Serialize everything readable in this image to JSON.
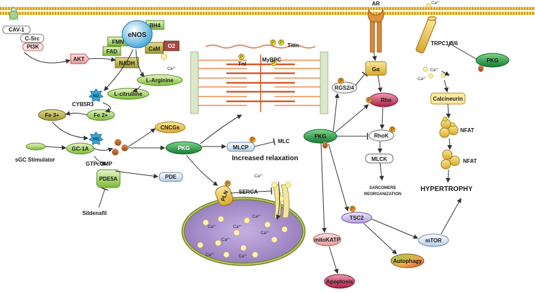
{
  "nodes": {
    "cav1": "CAV-1",
    "csrc": "C-Src",
    "pi3k": "PI3K",
    "akt": "AKT",
    "fmn": "FMN",
    "fad": "FAD",
    "enos": "eNOS",
    "bh4": "BH4",
    "o2": "O2",
    "cam": "CaM",
    "nadh": "NADH",
    "ca_enos": "Ca",
    "larg": "L-Arginine",
    "no1": "NO",
    "lcit": "L-citrulline",
    "cyb5r3": "CYB5R3",
    "fe3": "Fe 3+",
    "fe2": "Fe 2+",
    "no2": "NO",
    "sgc_stim": "sGC Stimulator",
    "gc1a": "GC-1A",
    "gtp": "GTP",
    "cgmp": "cGMP",
    "pde5a": "PDE5A",
    "sildenafil": "Sildenafil",
    "cncgs": "CNCGs",
    "pkg1": "PKG",
    "pde": "PDE",
    "mlcp": "MLCP",
    "mlc": "MLC",
    "relax": "Increased relaxation",
    "tni": "TnI",
    "mybpc": "MyBPC",
    "titin": "Titin",
    "pln": "PLN",
    "serca": "SERCA",
    "ca_sr": "Ca",
    "ar": "AR",
    "galpha": "Gα",
    "rgs": "RGS2/4",
    "rho": "Rho",
    "pkg2": "PKG",
    "rhok": "RhoK",
    "mlck": "MLCK",
    "sarc1": "SARCOMERE",
    "sarc2": "REORGANIZATION",
    "mitokatp": "mitoKATP",
    "apoptosis": "Apoptosis",
    "tsc2": "TSC2",
    "autophagy": "Autophagy",
    "mtor": "mTOR",
    "ca_top": "Ca",
    "trpc": "TRPC1/3/6",
    "pkg3": "PKG",
    "calcineurin": "Calcineurin",
    "nfat1": "NFAT",
    "nfat2": "NFAT",
    "hypertrophy": "HYPERTROPHY",
    "p": "P",
    "ca_sym": "Ca",
    "sup2": "2+"
  },
  "colors": {
    "membrane": "#e0b93a",
    "enos": "#5ab7e6",
    "green_node": "#8cc63f",
    "pkg": "#2e9a4a",
    "pln": "#e5a23b",
    "sr": "#a58ac6",
    "ca_dot": "#fff3a8",
    "gnode": "#c8a24a"
  }
}
